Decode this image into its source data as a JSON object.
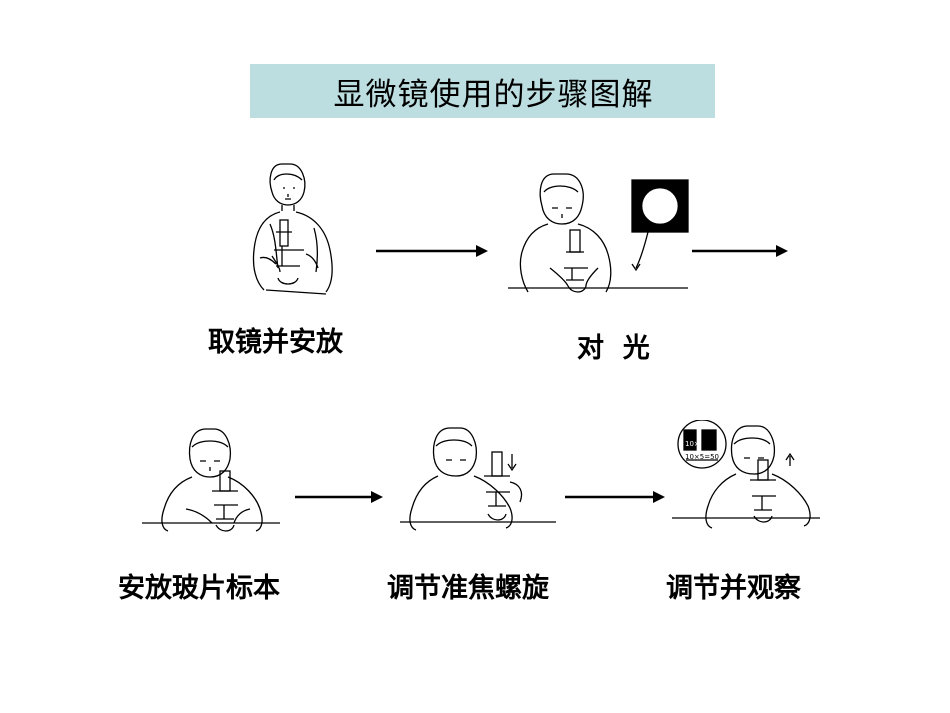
{
  "title": "显微镜使用的步骤图解",
  "steps": [
    {
      "label": "取镜并安放"
    },
    {
      "label": "对  光"
    },
    {
      "label": "安放玻片标本"
    },
    {
      "label": "调节准焦螺旋"
    },
    {
      "label": "调节并观察"
    }
  ],
  "inset_labels": {
    "eyepiece": "10×",
    "objective": "10×5=50"
  },
  "colors": {
    "title_bg": "#bcdee1",
    "line": "#000000"
  }
}
